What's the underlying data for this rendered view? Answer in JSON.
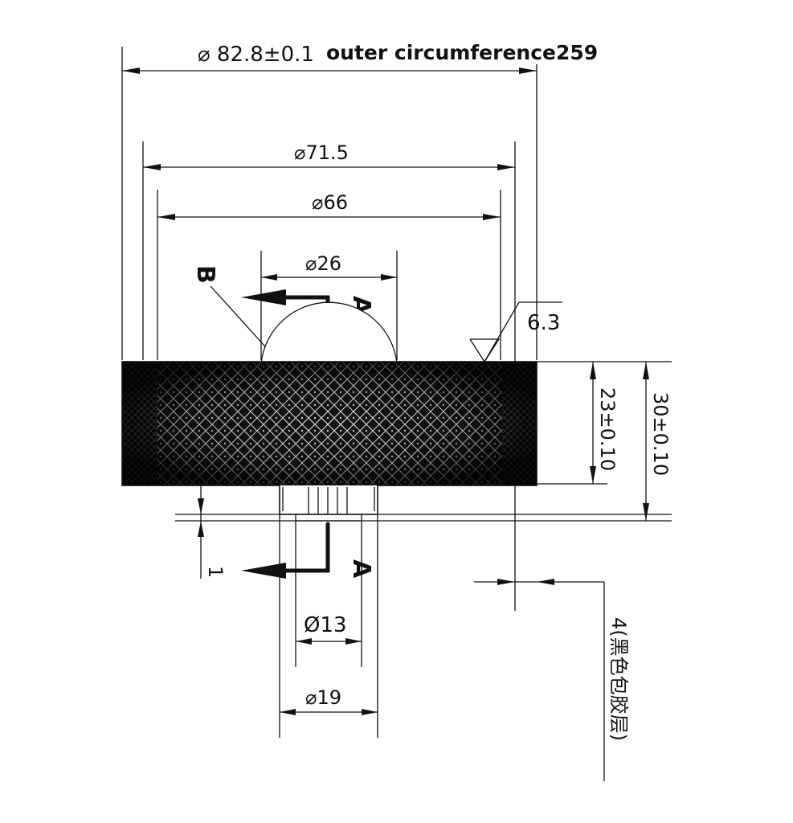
{
  "dimensions": {
    "outer_diameter": "⌀ 82.8±0.1",
    "outer_circumference": "outer circumference259",
    "diameter_71_5": "⌀71.5",
    "diameter_66": "⌀66",
    "diameter_26": "⌀26",
    "diameter_13": "Ø13",
    "diameter_19": "⌀19",
    "surface_roughness": "6.3",
    "width_23": "23±0.10",
    "width_30": "30±0.10",
    "offset_1": "1",
    "coating_note": "4(黑色包胶层)"
  },
  "section_labels": {
    "section_top": "A",
    "section_bottom": "A",
    "detail": "B"
  },
  "colors": {
    "line": "#111111",
    "knurl_fill": "#151515",
    "background": "#ffffff"
  }
}
